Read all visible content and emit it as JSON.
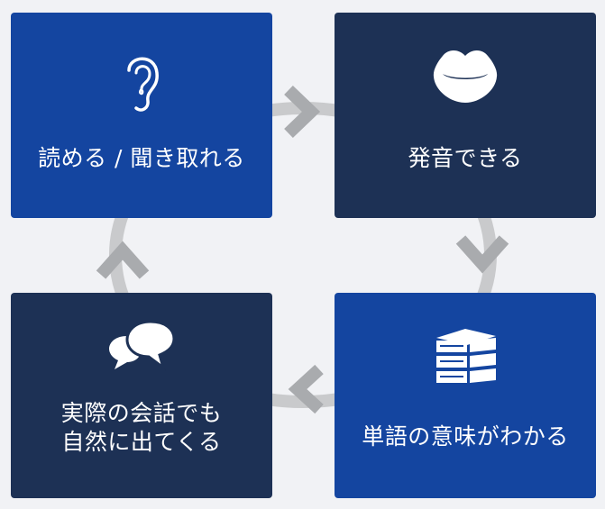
{
  "colors": {
    "background": "#f1f2f5",
    "card_blue": "#1445a0",
    "card_navy": "#1d3155",
    "arrow_gray": "#a9abae",
    "ring_gray": "#c9cacc",
    "text": "#ffffff"
  },
  "cycle": {
    "direction": "clockwise",
    "steps": [
      {
        "label": "読める / 聞き取れる",
        "icon": "ear-icon"
      },
      {
        "label": "発音できる",
        "icon": "lips-icon"
      },
      {
        "label": "単語の意味がわかる",
        "icon": "book-stack-icon"
      },
      {
        "label_lines": [
          "実際の会話でも",
          "自然に出てくる"
        ],
        "icon": "speech-bubbles-icon"
      }
    ]
  }
}
